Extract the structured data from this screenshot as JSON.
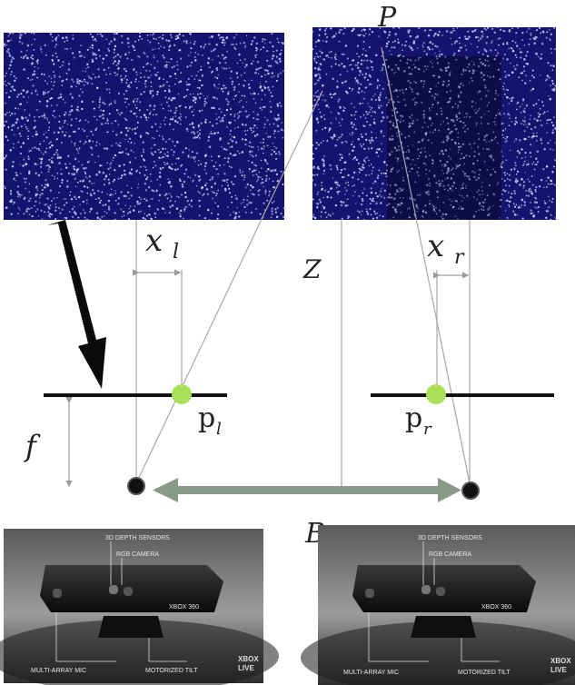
{
  "labels": {
    "point": "P",
    "x_left": "x",
    "x_left_sub": "l",
    "x_right": "x",
    "x_right_sub": "r",
    "depth": "Z",
    "focal": "f",
    "p_left": "p",
    "p_left_sub": "l",
    "p_right": "p",
    "p_right_sub": "r",
    "baseline": "B"
  },
  "kinect_callouts": {
    "depth_sensors": "3D DEPTH SENSORS",
    "rgb_camera": "RGB CAMERA",
    "mic": "MULTI-ARRAY MIC",
    "tilt": "MOTORIZED TILT",
    "brand": "XBOX 360",
    "logo_top": "XBOX",
    "logo_bottom": "LIVE"
  },
  "colors": {
    "speckle_bg": "#14146e",
    "speckle_dot": "#c8d0ff",
    "projection_dot": "#a8e05a",
    "baseline_arrow": "#8a9a88",
    "line": "#9a9a9a"
  }
}
